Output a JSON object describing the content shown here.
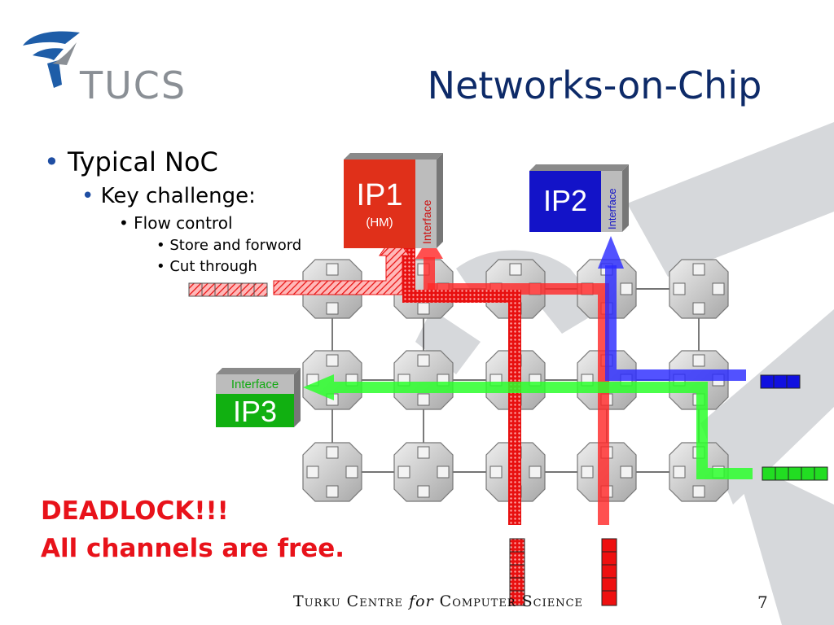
{
  "header": {
    "title": "Networks-on-Chip",
    "logo_text": "TUCS"
  },
  "bullets": {
    "l1": "Typical NoC",
    "l2": "Key challenge:",
    "l3": "Flow control",
    "l4a": "Store and forword",
    "l4b": "Cut through"
  },
  "diagram": {
    "ip1_label": "IP1",
    "ip1_sub": "(HM)",
    "ip1_interface": "Interface",
    "ip2_label": "IP2",
    "ip2_interface": "Interface",
    "ip3_label": "IP3",
    "ip3_interface": "Interface",
    "colors": {
      "ip1": "#e0301a",
      "ip2": "#1a1ad0",
      "ip3": "#11b011",
      "red_path": "#ff3030",
      "blue_path": "#3a3aff",
      "green_path": "#3aff3a"
    }
  },
  "status": {
    "deadlock": "DEADLOCK!!!",
    "all_free": "All channels are free."
  },
  "footer": {
    "text_a": "Turku Centre ",
    "text_for": "for",
    "text_b": " Computer Science",
    "page": "7"
  }
}
